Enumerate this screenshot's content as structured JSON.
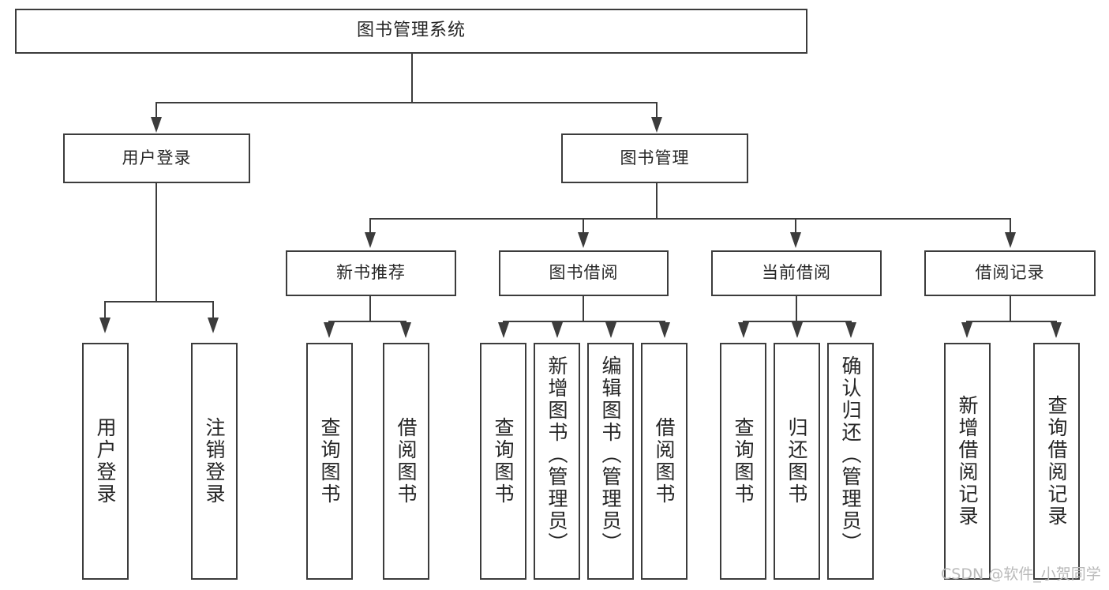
{
  "diagram": {
    "title": "图书管理系统",
    "type": "功能结构图",
    "watermark": "CSDN @软件_小贺同学",
    "colors": {
      "stroke": "#3c3c3c",
      "fill": "#ffffff",
      "text": "#262626",
      "watermark": "#b9b9b9"
    },
    "root": {
      "label": "图书管理系统"
    },
    "level2": [
      {
        "label": "用户登录"
      },
      {
        "label": "图书管理"
      }
    ],
    "level3": [
      {
        "label": "新书推荐"
      },
      {
        "label": "图书借阅"
      },
      {
        "label": "当前借阅"
      },
      {
        "label": "借阅记录"
      }
    ],
    "leaves": {
      "user_login": [
        {
          "label": "用户登录"
        },
        {
          "label": "注销登录"
        }
      ],
      "new_book": [
        {
          "label": "查询图书"
        },
        {
          "label": "借阅图书"
        }
      ],
      "book_borrow": [
        {
          "label": "查询图书"
        },
        {
          "label": "新增图书（管理员）"
        },
        {
          "label": "编辑图书（管理员）"
        },
        {
          "label": "借阅图书"
        }
      ],
      "current_borrow": [
        {
          "label": "查询图书"
        },
        {
          "label": "归还图书"
        },
        {
          "label": "确认归还（管理员）"
        }
      ],
      "borrow_record": [
        {
          "label": "新增借阅记录"
        },
        {
          "label": "查询借阅记录"
        }
      ]
    }
  }
}
